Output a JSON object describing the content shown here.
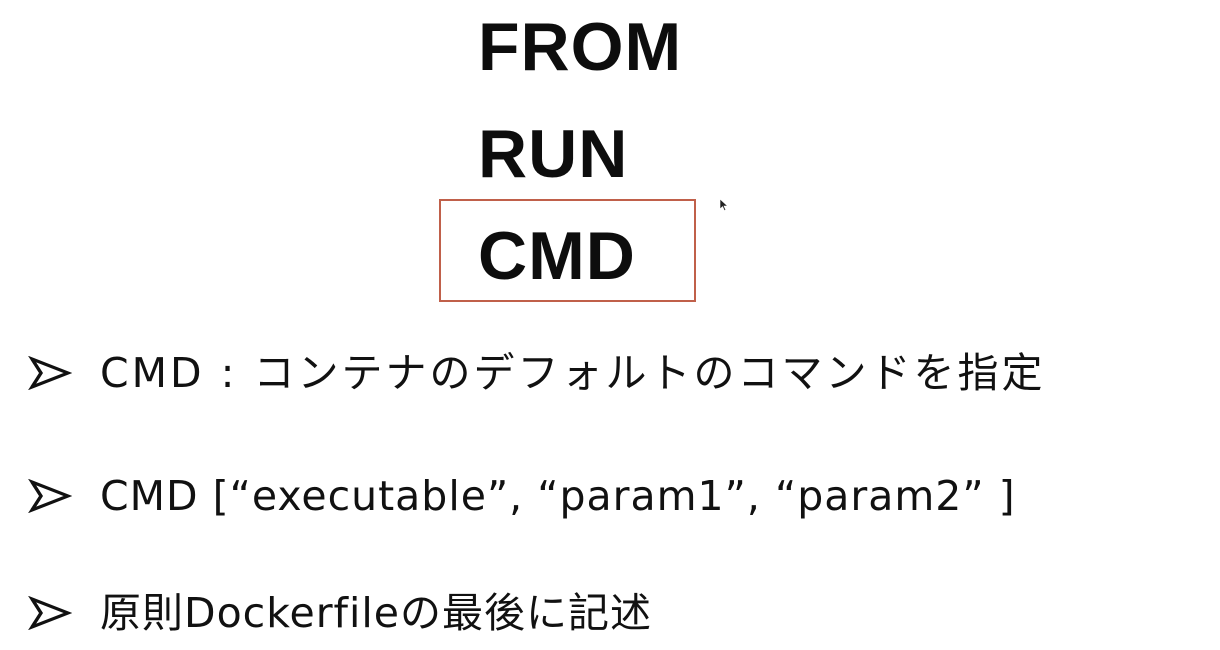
{
  "keywords": {
    "from": "FROM",
    "run": "RUN",
    "cmd": "CMD"
  },
  "highlight_color": "#c0604a",
  "bullets": [
    {
      "icon": "arrow-bullet-icon",
      "text": "CMD : コンテナのデフォルトのコマンドを指定"
    },
    {
      "icon": "arrow-bullet-icon",
      "text": "CMD [“executable”, “param1”, “param2” ]"
    },
    {
      "icon": "arrow-bullet-icon",
      "text": "原則Dockerfileの最後に記述"
    }
  ]
}
